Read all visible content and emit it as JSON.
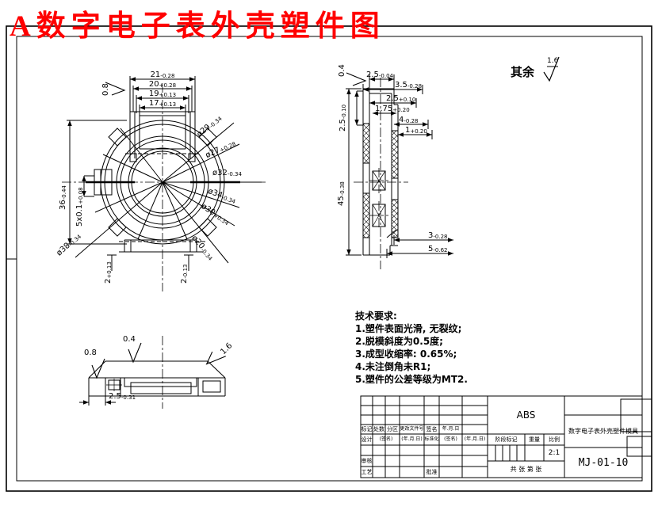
{
  "title": {
    "text": "A数字电子表外壳塑件图",
    "color": "#ff0000"
  },
  "general_roughness": {
    "label": "其余",
    "value": "1.6"
  },
  "front_view": {
    "roughness_top": "0.8",
    "dims": {
      "d21": {
        "n": "21",
        "t": "-0.28"
      },
      "d20": {
        "n": "20",
        "t": "+0.28"
      },
      "d19": {
        "n": "19",
        "t": "+0.13"
      },
      "d17": {
        "n": "17",
        "t": "+0.13"
      },
      "d36": {
        "n": "36",
        "t": "-0.44"
      },
      "d5x": {
        "n": "5x0.1",
        "t": "+0.08"
      },
      "d29": {
        "n": "ø29",
        "t": "-0.34"
      },
      "d27": {
        "n": "ø27",
        "t": "+0.28"
      },
      "d32": {
        "n": "ø32",
        "t": "-0.34"
      },
      "d34": {
        "n": "ø34",
        "t": "-0.34"
      },
      "d30": {
        "n": "ø30",
        "t": "+0.34"
      },
      "d38": {
        "n": "ø38",
        "t": "-0.34"
      },
      "d20b": {
        "n": "ø20",
        "t": "-0.34"
      },
      "d2a": {
        "n": "2",
        "t": "+0.13"
      },
      "d2b": {
        "n": "2",
        "t": "-0.13"
      }
    }
  },
  "side_view": {
    "roughness_left": "0.4",
    "dims": {
      "d25a": {
        "n": "2.5",
        "t": "-0.04"
      },
      "d35": {
        "n": "3.5",
        "t": "-0.28"
      },
      "d25b": {
        "n": "2.5",
        "t": "+0.10"
      },
      "d175": {
        "n": "1.75",
        "t": "+0.20"
      },
      "d4": {
        "n": "4",
        "t": "-0.28"
      },
      "d1": {
        "n": "1",
        "t": "+0.20"
      },
      "d25c": {
        "n": "2.5",
        "t": "-0.10"
      },
      "d45": {
        "n": "45",
        "t": "-0.38"
      },
      "d3": {
        "n": "3",
        "t": "-0.28"
      },
      "d5": {
        "n": "5",
        "t": "-0.62"
      }
    }
  },
  "bottom_view": {
    "roughness": {
      "r08": "0.8",
      "r04": "0.4",
      "r16": "1.6"
    },
    "dims": {
      "d25": {
        "n": "2.5",
        "t": "-0.31"
      }
    }
  },
  "tech_req": {
    "title": "技术要求:",
    "items": [
      "1.塑件表面光滑, 无裂纹;",
      "2.脱模斜度为0.5度;",
      "3.成型收缩率: 0.65%;",
      "4.未注倒角未R1;",
      "5.塑件的公差等级为MT2."
    ]
  },
  "title_block": {
    "material": "ABS",
    "product_name": "数字电子表外壳塑件模具",
    "drawing_number": "MJ-01-10",
    "scale_value": "2:1",
    "col_headers": [
      "标记",
      "处数",
      "分区",
      "更改文件号",
      "签名",
      "年.月.日"
    ],
    "design_row": [
      "设计",
      "(签名)",
      "(年.月.日)",
      "标准化",
      "(签名)",
      "(年.月.日)"
    ],
    "audit_label": "审核",
    "process_label": "工艺",
    "approve_label": "批准",
    "stage_label": "阶段标记",
    "weight_label": "重量",
    "scale_label": "比例",
    "sheet_label": "共 张 第 张"
  }
}
